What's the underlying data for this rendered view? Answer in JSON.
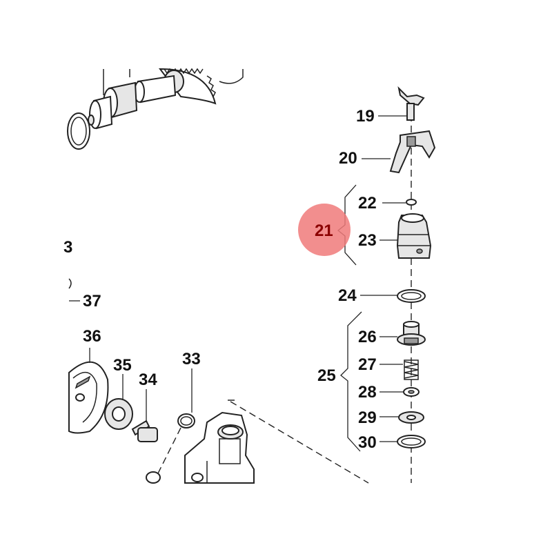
{
  "diagram": {
    "callouts": [
      {
        "id": "19",
        "label": "19"
      },
      {
        "id": "20",
        "label": "20"
      },
      {
        "id": "21",
        "label": "21"
      },
      {
        "id": "22",
        "label": "22"
      },
      {
        "id": "23",
        "label": "23"
      },
      {
        "id": "24",
        "label": "24"
      },
      {
        "id": "25",
        "label": "25"
      },
      {
        "id": "26",
        "label": "26"
      },
      {
        "id": "27",
        "label": "27"
      },
      {
        "id": "28",
        "label": "28"
      },
      {
        "id": "29",
        "label": "29"
      },
      {
        "id": "30",
        "label": "30"
      },
      {
        "id": "33",
        "label": "33"
      },
      {
        "id": "34",
        "label": "34"
      },
      {
        "id": "35",
        "label": "35"
      },
      {
        "id": "36",
        "label": "36"
      },
      {
        "id": "37",
        "label": "37"
      }
    ],
    "partial_labels": [
      "3"
    ],
    "highlight": {
      "label": "21",
      "color": "#f07a7a"
    }
  }
}
